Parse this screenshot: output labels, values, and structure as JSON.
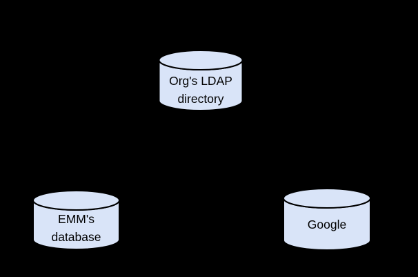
{
  "diagram": {
    "description": "Directory sync diagram with three database cylinders",
    "background_color": "#000000",
    "node_stroke_color": "#000000",
    "label_text_color": "#000000",
    "nodes": [
      {
        "id": "orgs-ldap-directory",
        "shape": "database-cylinder",
        "label": "Org's LDAP directory",
        "label_lines": [
          "Org's LDAP",
          "directory"
        ],
        "fill": "#d9e4f8",
        "position": "top-center"
      },
      {
        "id": "emms-database",
        "shape": "database-cylinder",
        "label": "EMM's database",
        "label_lines": [
          "EMM's",
          "database"
        ],
        "fill": "#d9e4f8",
        "position": "bottom-left"
      },
      {
        "id": "google",
        "shape": "database-cylinder",
        "label": "Google",
        "label_lines": [
          "Google"
        ],
        "fill": "#d9e4f8",
        "position": "bottom-right"
      }
    ]
  }
}
